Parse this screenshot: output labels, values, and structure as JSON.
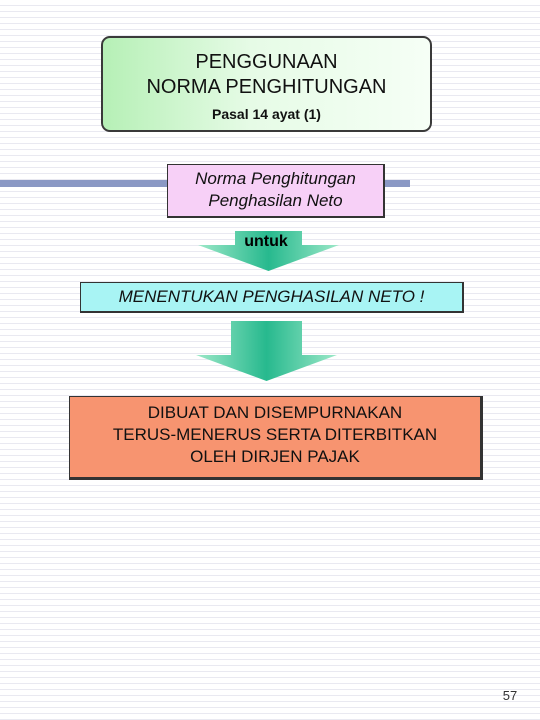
{
  "title": {
    "line1": "PENGGUNAAN",
    "line2": "NORMA PENGHITUNGAN",
    "subtitle": "Pasal 14 ayat (1)"
  },
  "norma_box": {
    "line1": "Norma Penghitungan",
    "line2": "Penghasilan Neto"
  },
  "connector_label": "untuk",
  "menentukan_box": {
    "text": "MENENTUKAN PENGHASILAN NETO !"
  },
  "dibuat_box": {
    "line1": "DIBUAT DAN DISEMPURNAKAN",
    "line2": "TERUS-MENERUS SERTA DITERBITKAN",
    "line3": "OLEH DIRJEN PAJAK"
  },
  "page_number": "57",
  "colors": {
    "title_box": "#b6f0b6",
    "norma_box": "#f7d0f7",
    "menentukan_box": "#a8f4f4",
    "dibuat_box": "#f79470",
    "arrow": "#33c29a",
    "slide_line": "#8a98c4"
  }
}
